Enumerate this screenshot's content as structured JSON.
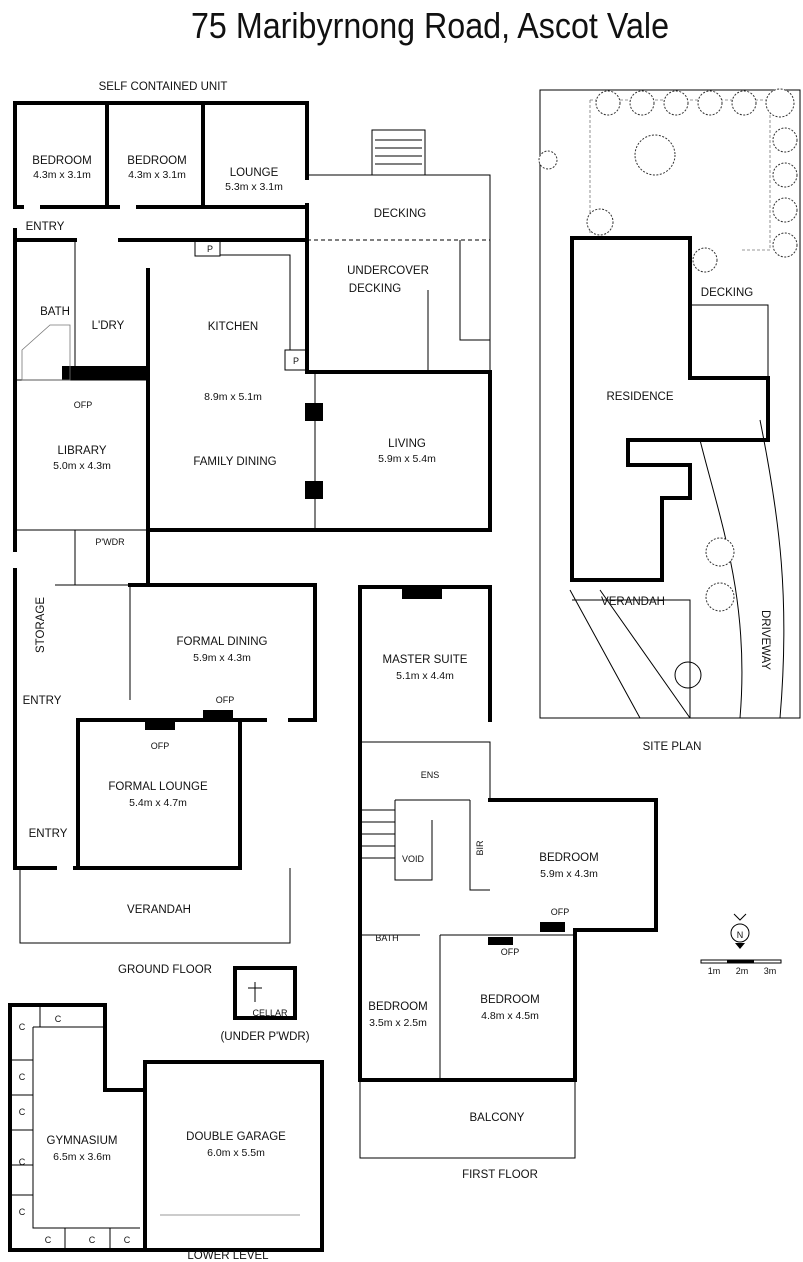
{
  "title": "75 Maribyrnong Road, Ascot Vale",
  "ground_floor": {
    "heading": "GROUND FLOOR",
    "self_contained_unit": "SELF CONTAINED UNIT",
    "bedroom_1": {
      "name": "BEDROOM",
      "size": "4.3m x 3.1m"
    },
    "bedroom_2": {
      "name": "BEDROOM",
      "size": "4.3m x 3.1m"
    },
    "lounge": {
      "name": "LOUNGE",
      "size": "5.3m x 3.1m"
    },
    "entry_top": "ENTRY",
    "bath": "BATH",
    "laundry": "L'DRY",
    "kitchen": {
      "name": "KITCHEN",
      "size": "8.9m x 5.1m"
    },
    "pantry": "P",
    "decking": "DECKING",
    "undercover_decking": [
      "UNDERCOVER",
      "DECKING"
    ],
    "ofp": "OFP",
    "library": {
      "name": "LIBRARY",
      "size": "5.0m x 4.3m"
    },
    "family_dining": "FAMILY DINING",
    "living": {
      "name": "LIVING",
      "size": "5.9m x 5.4m"
    },
    "powder": "P'WDR",
    "storage": "STORAGE",
    "entry_mid": "ENTRY",
    "formal_dining": {
      "name": "FORMAL DINING",
      "size": "5.9m x 4.3m"
    },
    "formal_lounge": {
      "name": "FORMAL LOUNGE",
      "size": "5.4m x 4.7m"
    },
    "entry_bottom": "ENTRY",
    "verandah": "VERANDAH",
    "cellar": "CELLAR",
    "cellar_note": "(UNDER P'WDR)"
  },
  "first_floor": {
    "heading": "FIRST FLOOR",
    "master_suite": {
      "name": "MASTER SUITE",
      "size": "5.1m x 4.4m"
    },
    "ensuite": "ENS",
    "void": "VOID",
    "bir": "BIR",
    "bedroom_east": {
      "name": "BEDROOM",
      "size": "5.9m x 4.3m"
    },
    "ofp": "OFP",
    "bath": "BATH",
    "bedroom_main": {
      "name": "BEDROOM",
      "size": "4.8m x 4.5m"
    },
    "bedroom_small": {
      "name": "BEDROOM",
      "size": "3.5m x 2.5m"
    },
    "balcony": "BALCONY"
  },
  "lower_level": {
    "heading": "LOWER LEVEL",
    "cupboard": "C",
    "gymnasium": {
      "name": "GYMNASIUM",
      "size": "6.5m x 3.6m"
    },
    "double_garage": {
      "name": "DOUBLE GARAGE",
      "size": "6.0m x 5.5m"
    }
  },
  "site_plan": {
    "heading": "SITE PLAN",
    "decking": "DECKING",
    "residence": "RESIDENCE",
    "verandah": "VERANDAH",
    "driveway": "DRIVEWAY"
  },
  "legend": {
    "north": "N",
    "scale": [
      "1m",
      "2m",
      "3m"
    ]
  }
}
